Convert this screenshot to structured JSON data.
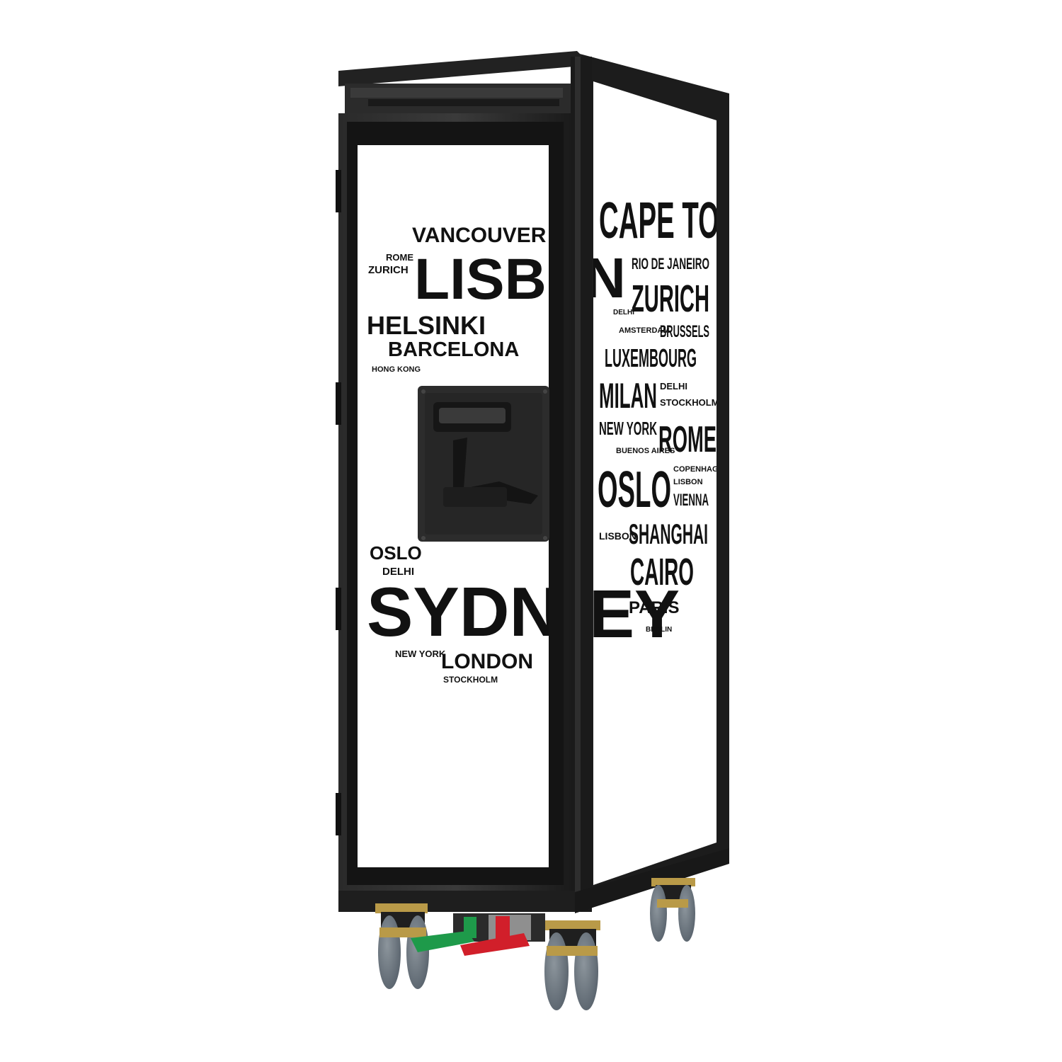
{
  "colors": {
    "frame": "#1b1b1b",
    "panel": "#ffffff",
    "text": "#111111",
    "lock_green": "#1e9a4a",
    "lock_red": "#d11f2a",
    "wheel": "#707a82",
    "bracket": "#b99a48"
  },
  "front_panel": {
    "vancouver": "VANCOUVER",
    "rome": "ROME",
    "zurich": "ZURICH",
    "lisbon": "LISB",
    "helsinki": "HELSINKI",
    "barcelona": "BARCELONA",
    "hong_kong": "HONG KONG",
    "oslo": "OSLO",
    "delhi": "DELHI",
    "sydney": "SYDN",
    "new_york": "NEW YORK",
    "london": "LONDON",
    "stockholm": "STOCKHOLM"
  },
  "side_panel": {
    "cape_town": "CAPE TO",
    "cape_town_wrap": "N",
    "rio": "RIO DE JANEIRO",
    "zurich": "ZURICH",
    "delhi_small": "DELHI",
    "amsterdam": "AMSTERDAM",
    "brussels": "BRUSSELS",
    "luxembourg": "LUXEMBOURG",
    "milan": "MILAN",
    "delhi": "DELHI",
    "stockholm": "STOCKHOLM",
    "new_york": "NEW YORK",
    "buenos_aires": "BUENOS AIRES",
    "rome": "ROME",
    "oslo": "OSLO",
    "copenhagen": "COPENHAGEN",
    "lisbon_small": "LISBON",
    "vienna": "VIENNA",
    "lisbon": "LISBON",
    "shanghai": "SHANGHAI",
    "cairo": "CAIRO",
    "sydney_wrap": "EY",
    "paris": "PARIS",
    "berlin": "BERLIN"
  }
}
